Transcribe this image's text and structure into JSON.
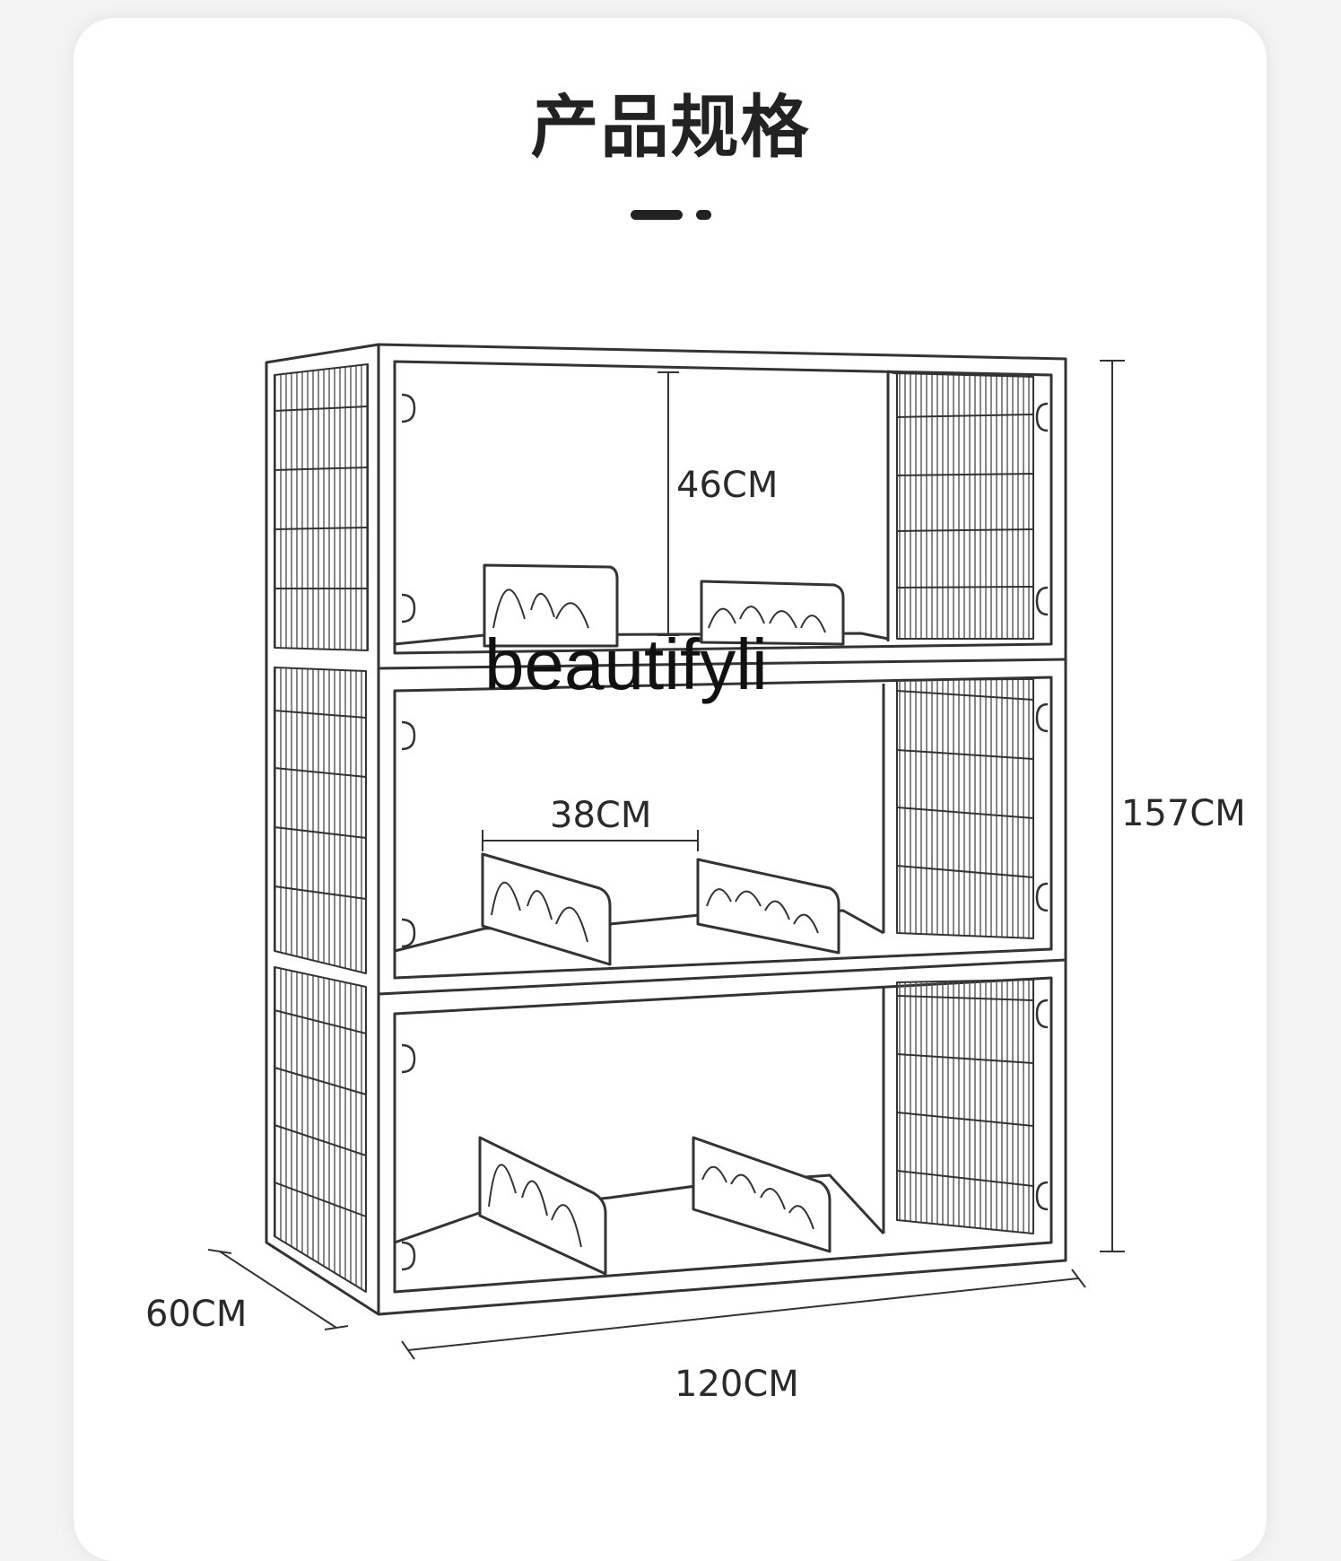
{
  "header": {
    "title": "产品规格"
  },
  "dimensions": {
    "shelf_height": "46CM",
    "divider_spacing": "38CM",
    "total_height": "157CM",
    "depth": "60CM",
    "width": "120CM"
  },
  "watermark": {
    "text": "beautifyli"
  },
  "colors": {
    "background": "#f3f3f3",
    "card": "#ffffff",
    "line": "#333333",
    "text": "#222222"
  }
}
